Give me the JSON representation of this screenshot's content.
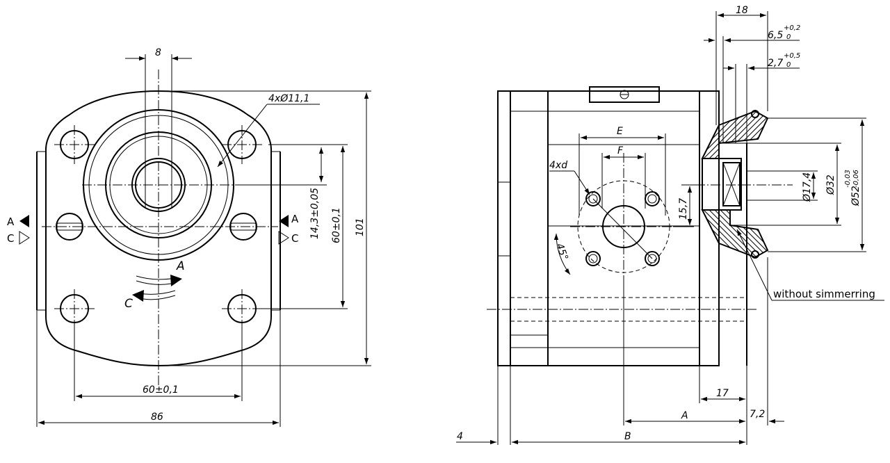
{
  "front_view": {
    "dim_key_width": "8",
    "dim_holes": "4xØ11,1",
    "dim_shaft_offset": "14,3±0,05",
    "dim_hole_vertical": "60±0,1",
    "dim_height": "101",
    "dim_hole_horizontal": "60±0,1",
    "dim_width": "86",
    "port_left_a": "A",
    "port_left_c": "C",
    "port_right_a": "A",
    "port_right_c": "C",
    "rotation_a": "A",
    "rotation_c": "C"
  },
  "side_view": {
    "dim_18": "18",
    "dim_6_5": "6,5",
    "dim_6_5_tol_upper": "+0,2",
    "dim_6_5_tol_lower": "0",
    "dim_2_7": "2,7",
    "dim_2_7_tol_upper": "+0,5",
    "dim_2_7_tol_lower": "0",
    "dim_e": "E",
    "dim_f": "F",
    "dim_4xd": "4xd",
    "dim_15_7": "15,7",
    "dim_45": "45°",
    "dim_17_4": "Ø17,4",
    "dim_32": "Ø32",
    "dim_52": "Ø52",
    "dim_52_tol_upper": "-0,03",
    "dim_52_tol_lower": "-0,06",
    "note_simmerring": "without simmerring",
    "dim_17": "17",
    "dim_a": "A",
    "dim_7_2": "7,2",
    "dim_4": "4",
    "dim_b": "B"
  }
}
